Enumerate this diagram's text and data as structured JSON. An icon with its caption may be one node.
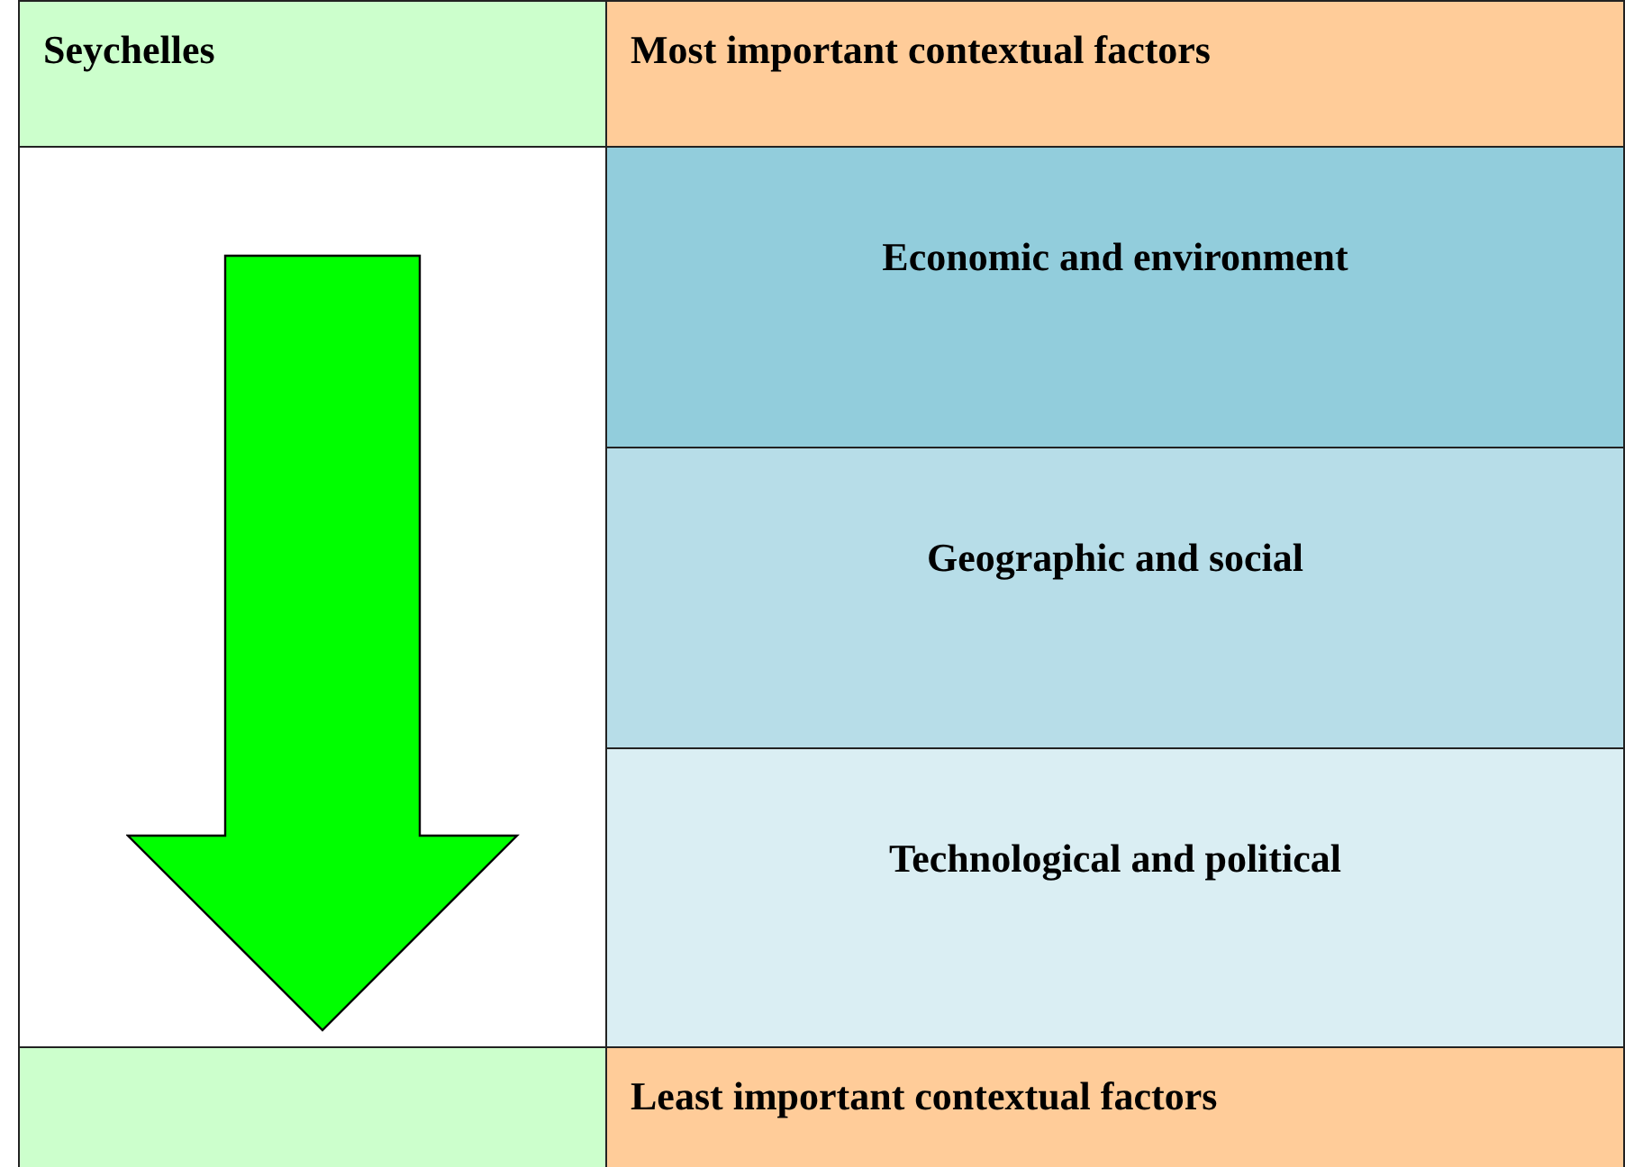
{
  "diagram": {
    "nodes": [
      {
        "text": [
          "Seychelles"
        ]
      },
      {
        "text": [
          "Most important contextual factors"
        ]
      },
      {
        "text": [
          "Economic and environment"
        ]
      },
      {
        "text": [
          "Geographic and social"
        ]
      },
      {
        "text": [
          "Technological and political"
        ]
      },
      {
        "text": [
          "Least important contextual factors"
        ]
      }
    ]
  }
}
